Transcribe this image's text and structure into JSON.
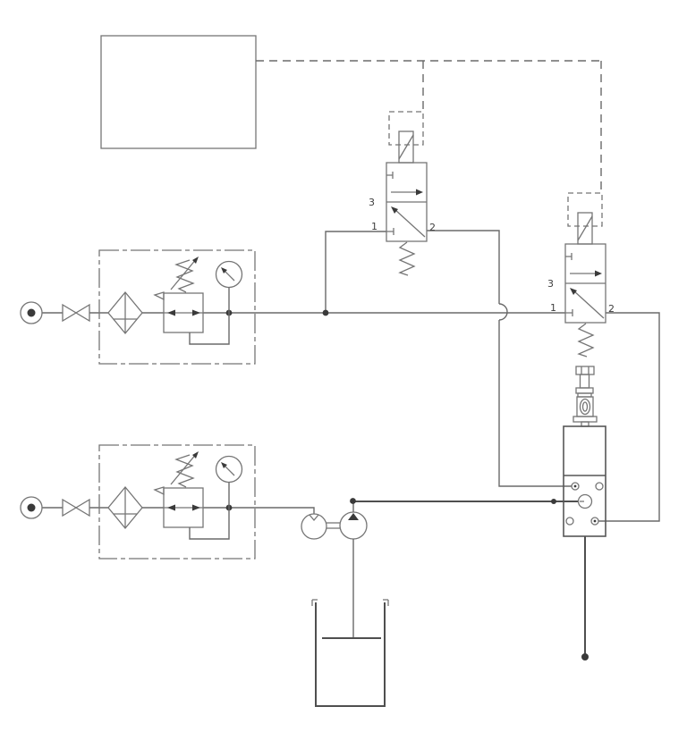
{
  "colors": {
    "background": "#ffffff",
    "piping": "#6a6a6a",
    "component_outline": "#757575",
    "heavy_line": "#4f4f4f",
    "label_text": "#3d3d3d"
  },
  "components": {
    "controller": "controller-box",
    "air_source": "pressure-source-icon",
    "shutoff": "shutoff-valve-icon",
    "filter": "filter-icon",
    "regulator": "pressure-regulator-icon",
    "gauge": "pressure-gauge-icon",
    "solenoid_valve": "3-2-solenoid-valve-icon",
    "pump": "air-operated-pump-icon",
    "tank": "reservoir-tank-icon",
    "dispense_valve": "dispense-valve-icon"
  },
  "valves": {
    "v1": {
      "p3": "3",
      "p1": "1",
      "p2": "2"
    },
    "v2": {
      "p3": "3",
      "p1": "1",
      "p2": "2"
    }
  }
}
